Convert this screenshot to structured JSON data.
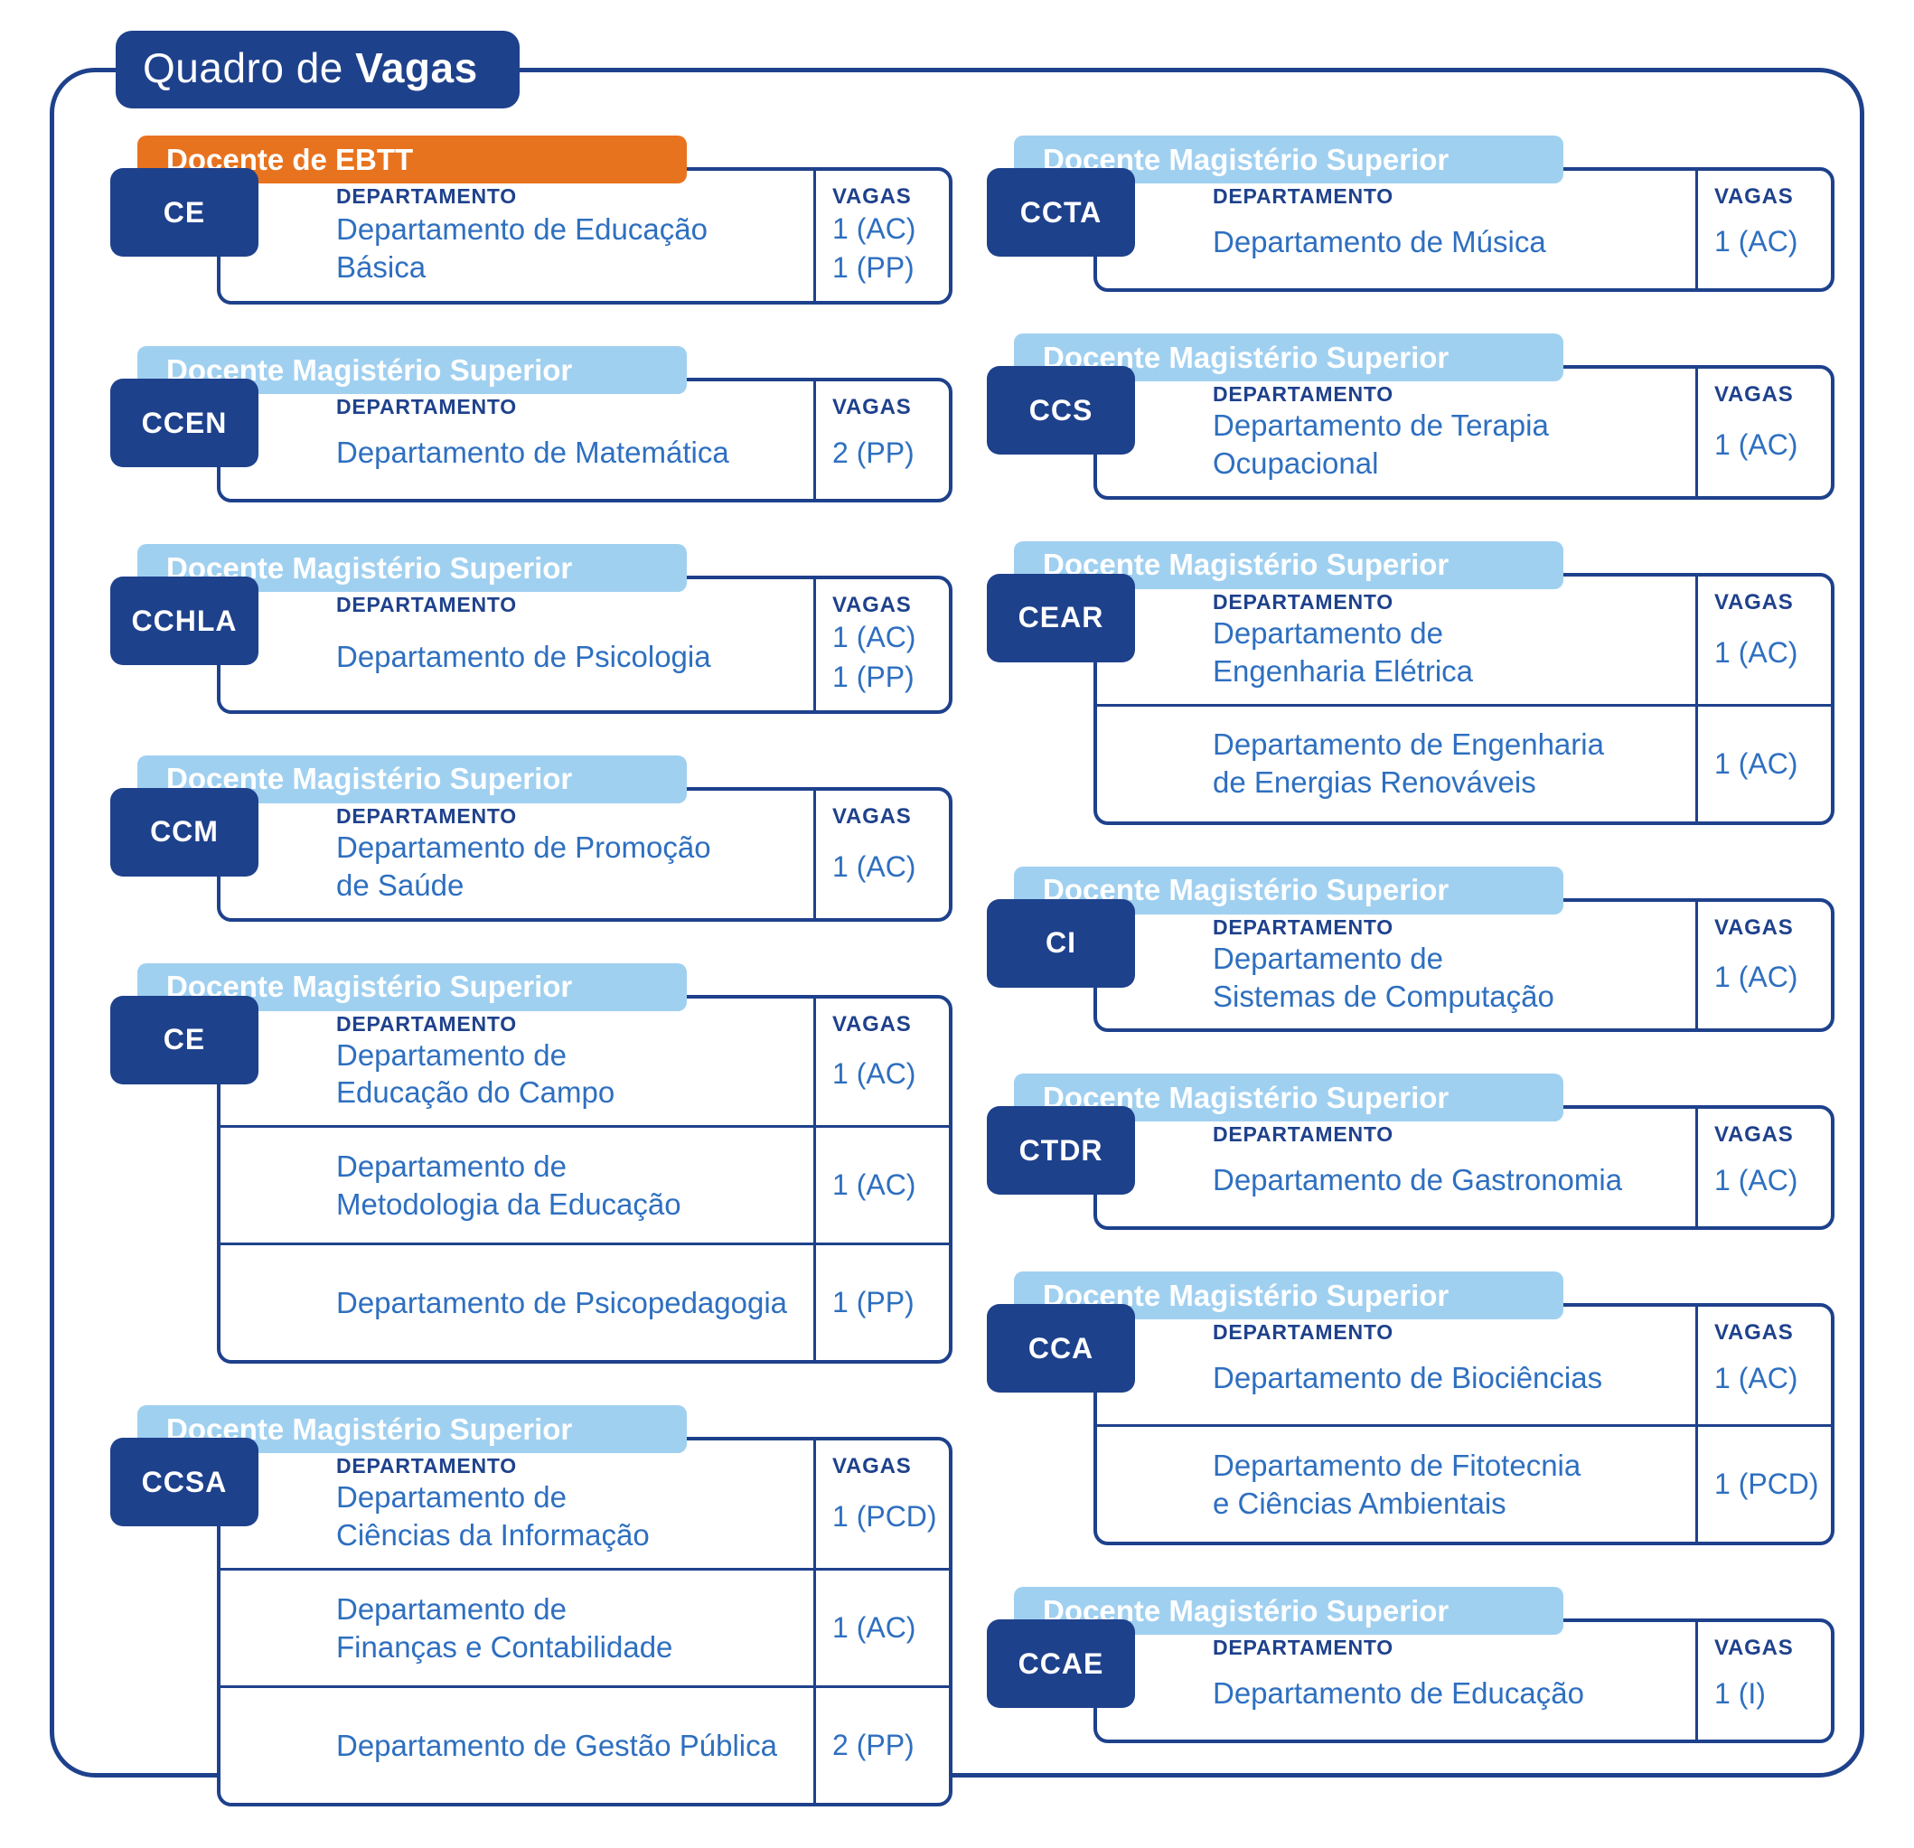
{
  "title": {
    "prefix": "Quadro de ",
    "emphasis": "Vagas"
  },
  "labels": {
    "department": "DEPARTAMENTO",
    "vacancies": "VAGAS"
  },
  "colors": {
    "navy": "#1e418c",
    "light_blue_banner": "#a0d0f0",
    "orange_banner": "#e8731f",
    "text_blue": "#2e6fc0",
    "background": "#ffffff"
  },
  "columns": [
    {
      "cards": [
        {
          "header": "Docente de EBTT",
          "style": "orange",
          "badge": "CE",
          "rows": [
            {
              "department": "Departamento de Educação Básica",
              "vacancies": "1 (AC)\n1 (PP)"
            }
          ]
        },
        {
          "header": "Docente Magistério Superior",
          "style": "blue",
          "badge": "CCEN",
          "rows": [
            {
              "department": "Departamento de Matemática",
              "vacancies": "2 (PP)"
            }
          ]
        },
        {
          "header": "Docente Magistério Superior",
          "style": "blue",
          "badge": "CCHLA",
          "rows": [
            {
              "department": "Departamento de Psicologia",
              "vacancies": "1 (AC)\n1 (PP)"
            }
          ]
        },
        {
          "header": "Docente Magistério Superior",
          "style": "blue",
          "badge": "CCM",
          "rows": [
            {
              "department": "Departamento de Promoção\nde Saúde",
              "vacancies": "1 (AC)"
            }
          ]
        },
        {
          "header": "Docente Magistério Superior",
          "style": "blue",
          "badge": "CE",
          "rows": [
            {
              "department": "Departamento de\nEducação do Campo",
              "vacancies": "1 (AC)"
            },
            {
              "department": "Departamento de\nMetodologia da Educação",
              "vacancies": "1 (AC)"
            },
            {
              "department": "Departamento de Psicopedagogia",
              "vacancies": "1 (PP)"
            }
          ]
        },
        {
          "header": "Docente Magistério Superior",
          "style": "blue",
          "badge": "CCSA",
          "rows": [
            {
              "department": "Departamento de\nCiências da Informação",
              "vacancies": "1 (PCD)"
            },
            {
              "department": "Departamento de\nFinanças e Contabilidade",
              "vacancies": "1 (AC)"
            },
            {
              "department": "Departamento de Gestão Pública",
              "vacancies": "2 (PP)"
            }
          ]
        }
      ]
    },
    {
      "cards": [
        {
          "header": "Docente Magistério Superior",
          "style": "blue",
          "badge": "CCTA",
          "rows": [
            {
              "department": "Departamento de Música",
              "vacancies": "1 (AC)"
            }
          ]
        },
        {
          "header": "Docente Magistério Superior",
          "style": "blue",
          "badge": "CCS",
          "rows": [
            {
              "department": "Departamento de Terapia\nOcupacional",
              "vacancies": "1 (AC)"
            }
          ]
        },
        {
          "header": "Docente Magistério Superior",
          "style": "blue",
          "badge": "CEAR",
          "rows": [
            {
              "department": "Departamento de\nEngenharia Elétrica",
              "vacancies": "1 (AC)"
            },
            {
              "department": "Departamento de Engenharia\nde Energias Renováveis",
              "vacancies": "1 (AC)"
            }
          ]
        },
        {
          "header": "Docente Magistério Superior",
          "style": "blue",
          "badge": "CI",
          "rows": [
            {
              "department": "Departamento de\nSistemas de Computação",
              "vacancies": "1 (AC)"
            }
          ]
        },
        {
          "header": "Docente Magistério Superior",
          "style": "blue",
          "badge": "CTDR",
          "rows": [
            {
              "department": "Departamento de Gastronomia",
              "vacancies": "1 (AC)"
            }
          ]
        },
        {
          "header": "Docente Magistério Superior",
          "style": "blue",
          "badge": "CCA",
          "rows": [
            {
              "department": "Departamento de Biociências",
              "vacancies": "1 (AC)"
            },
            {
              "department": "Departamento de Fitotecnia\ne Ciências Ambientais",
              "vacancies": "1 (PCD)"
            }
          ]
        },
        {
          "header": "Docente Magistério Superior",
          "style": "blue",
          "badge": "CCAE",
          "rows": [
            {
              "department": "Departamento de Educação",
              "vacancies": "1 (I)"
            }
          ]
        }
      ]
    }
  ]
}
